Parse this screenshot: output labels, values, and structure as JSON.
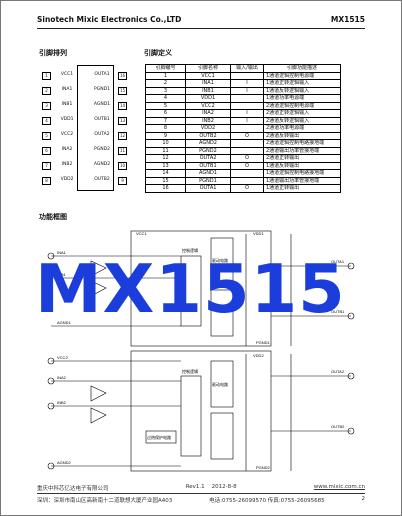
{
  "header": {
    "company": "Sinotech Mixic Electronics Co.,LTD",
    "part": "MX1515"
  },
  "sections": {
    "pin_layout": "引脚排列",
    "pin_definition": "引脚定义",
    "block_diagram": "功能框图"
  },
  "pins_left": [
    {
      "label": "VCC1",
      "num": "1"
    },
    {
      "label": "INA1",
      "num": "2"
    },
    {
      "label": "INB1",
      "num": "3"
    },
    {
      "label": "VDD1",
      "num": "4"
    },
    {
      "label": "VCC2",
      "num": "5"
    },
    {
      "label": "INA2",
      "num": "6"
    },
    {
      "label": "INB2",
      "num": "7"
    },
    {
      "label": "VDD2",
      "num": "8"
    }
  ],
  "pins_right": [
    {
      "label": "OUTA1",
      "num": "16"
    },
    {
      "label": "PGND1",
      "num": "15"
    },
    {
      "label": "AGND1",
      "num": "14"
    },
    {
      "label": "OUTB1",
      "num": "13"
    },
    {
      "label": "OUTA2",
      "num": "12"
    },
    {
      "label": "PGND2",
      "num": "11"
    },
    {
      "label": "AGND2",
      "num": "10"
    },
    {
      "label": "OUTB2",
      "num": "9"
    }
  ],
  "table": {
    "headers": [
      "引脚编号",
      "引脚名称",
      "输入/输出",
      "引脚功能描述"
    ],
    "rows": [
      [
        "1",
        "VCC1",
        "",
        "1通道逻辑控制电源端"
      ],
      [
        "2",
        "INA1",
        "I",
        "1通道正转逻辑输入"
      ],
      [
        "3",
        "INB1",
        "I",
        "1通道反转逻辑输入"
      ],
      [
        "4",
        "VDD1",
        "",
        "1通道功率电源端"
      ],
      [
        "5",
        "VCC2",
        "",
        "2通道逻辑控制电源端"
      ],
      [
        "6",
        "INA2",
        "I",
        "2通道正转逻辑输入"
      ],
      [
        "7",
        "INB2",
        "I",
        "2通道反转逻辑输入"
      ],
      [
        "8",
        "VDD2",
        "",
        "2通道功率电源端"
      ],
      [
        "9",
        "OUTB2",
        "O",
        "2通道反转输出"
      ],
      [
        "10",
        "AGND2",
        "",
        "2通道逻辑控制电路接地端"
      ],
      [
        "11",
        "PGND2",
        "",
        "2通道输出功率管接地端"
      ],
      [
        "12",
        "OUTA2",
        "O",
        "2通道正转输出"
      ],
      [
        "13",
        "OUTB1",
        "O",
        "1通道反转输出"
      ],
      [
        "14",
        "AGND1",
        "",
        "1通道逻辑控制电路接地端"
      ],
      [
        "15",
        "PGND1",
        "",
        "1通道输出功率管接地端"
      ],
      [
        "16",
        "OUTA1",
        "O",
        "1通道正转输出"
      ]
    ]
  },
  "diagram_labels": {
    "vcc1": "VCC1",
    "vdd1": "VDD1",
    "ina1": "INA1",
    "inb1": "INB1",
    "outa1": "OUTA1",
    "outb1": "OUTB1",
    "agnd1": "AGND1",
    "pgnd1": "PGND1",
    "vcc2": "VCC2",
    "vdd2": "VDD2",
    "ina2": "INA2",
    "inb2": "INB2",
    "outa2": "OUTA2",
    "outb2": "OUTB2",
    "agnd2": "AGND2",
    "pgnd2": "PGND2",
    "logic1": "控制逻辑",
    "logic2": "控制逻辑",
    "drive1": "驱动电路",
    "drive2": "驱动电路",
    "protect": "过热保护电路"
  },
  "watermark": "MX1515",
  "footer": {
    "left1": "重庆中科芯亿达电子有限公司",
    "rev": "Rev1.1",
    "date": "2012-8-8",
    "url": "www.mixic.com.cn",
    "address": "深圳：深圳市南山区高新南十二道联想大厦产业园A403",
    "tel": "电话:0755-26099570  传真:0755-26095685",
    "page": "2"
  }
}
